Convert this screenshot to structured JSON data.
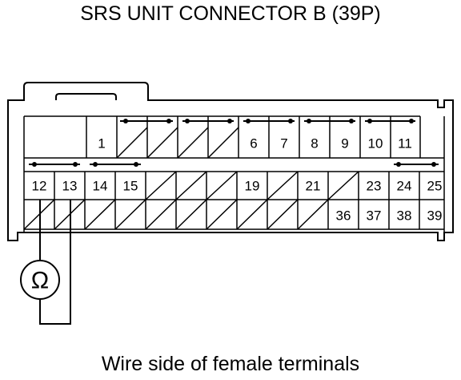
{
  "title": "SRS UNIT CONNECTOR B (39P)",
  "caption": "Wire side of female terminals",
  "ohmmeter_symbol": "Ω",
  "pins": {
    "p1": "1",
    "p6": "6",
    "p7": "7",
    "p8": "8",
    "p9": "9",
    "p10": "10",
    "p11": "11",
    "p12": "12",
    "p13": "13",
    "p14": "14",
    "p15": "15",
    "p19": "19",
    "p21": "21",
    "p23": "23",
    "p24": "24",
    "p25": "25",
    "p36": "36",
    "p37": "37",
    "p38": "38",
    "p39": "39"
  }
}
